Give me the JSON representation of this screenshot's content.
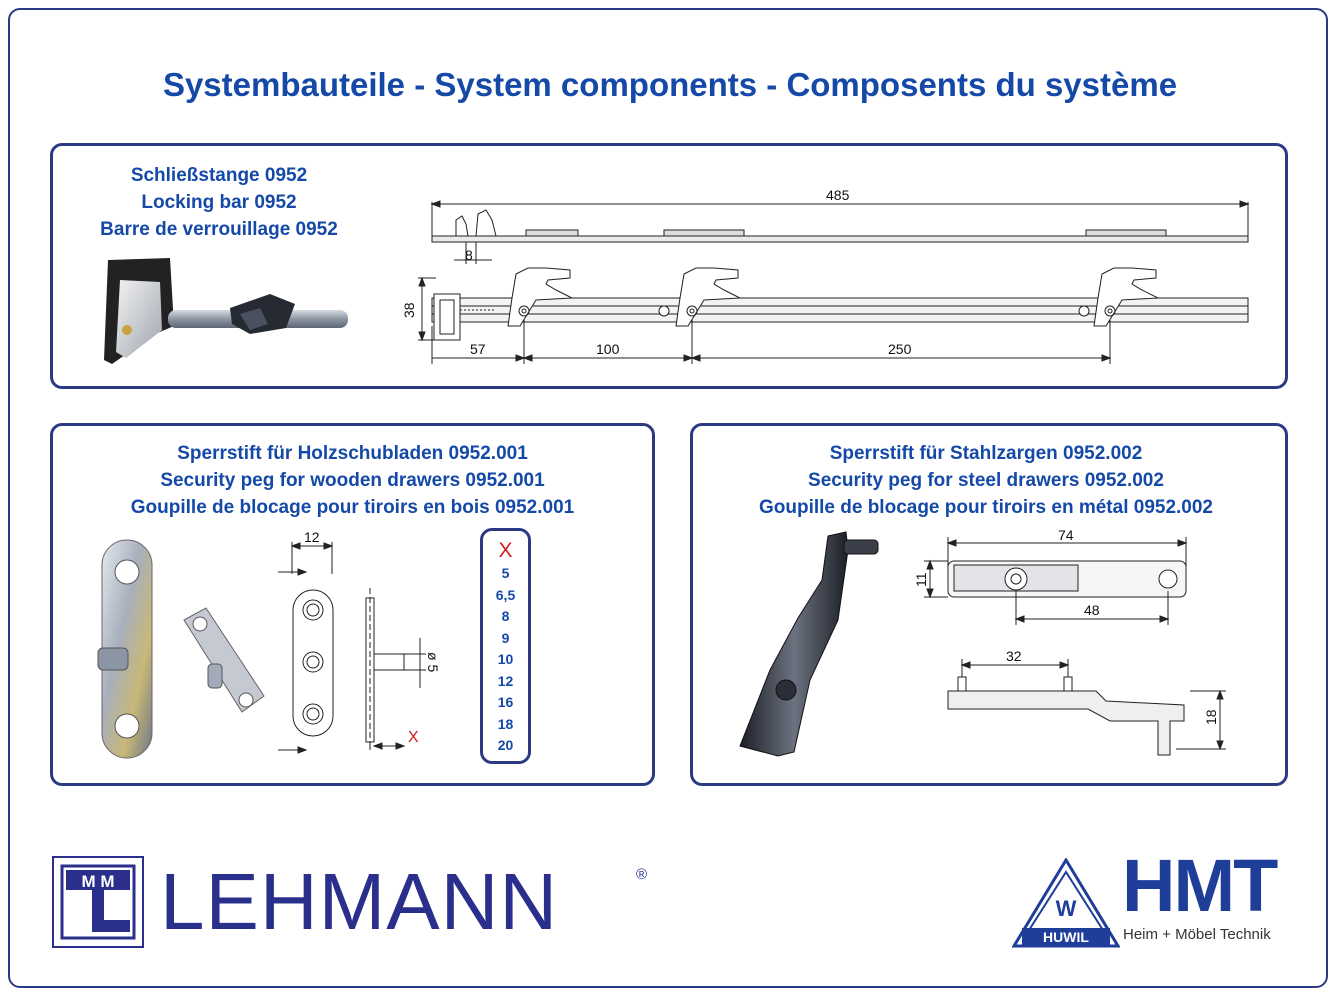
{
  "title": "Systembauteile - System components - Composents du système",
  "locking_bar": {
    "title_de": "Schließstange 0952",
    "title_en": "Locking bar 0952",
    "title_fr": "Barre de verrouillage 0952",
    "dims": {
      "total": "485",
      "small": "8",
      "height": "38",
      "d1": "57",
      "d2": "100",
      "d3": "250"
    }
  },
  "wooden_peg": {
    "title_de": "Sperrstift für Holzschubladen 0952.001",
    "title_en": "Security peg for wooden drawers  0952.001",
    "title_fr": "Goupille de blocage pour tiroirs en bois 0952.001",
    "dims": {
      "width": "12",
      "diameter": "ø 5",
      "x": "X"
    },
    "x_header": "X",
    "x_values": [
      "5",
      "6,5",
      "8",
      "9",
      "10",
      "12",
      "16",
      "18",
      "20"
    ]
  },
  "steel_peg": {
    "title_de": "Sperrstift für Stahlzargen 0952.002",
    "title_en": "Security peg for  steel drawers 0952.002",
    "title_fr": "Goupille de blocage pour tiroirs en métal 0952.002",
    "dims": {
      "length": "74",
      "height": "11",
      "hole": "48",
      "pin_dist": "32",
      "depth": "18"
    }
  },
  "brand_left": {
    "mark": "M M",
    "name": "LEHMANN",
    "reg": "®"
  },
  "brand_right": {
    "badge": "W",
    "badge_text": "HUWIL",
    "name": "HMT",
    "tagline": "Heim + Möbel Technik"
  },
  "colors": {
    "title_blue": "#1549a8",
    "frame_navy": "#2b3a82",
    "x_red": "#d41a1a"
  }
}
